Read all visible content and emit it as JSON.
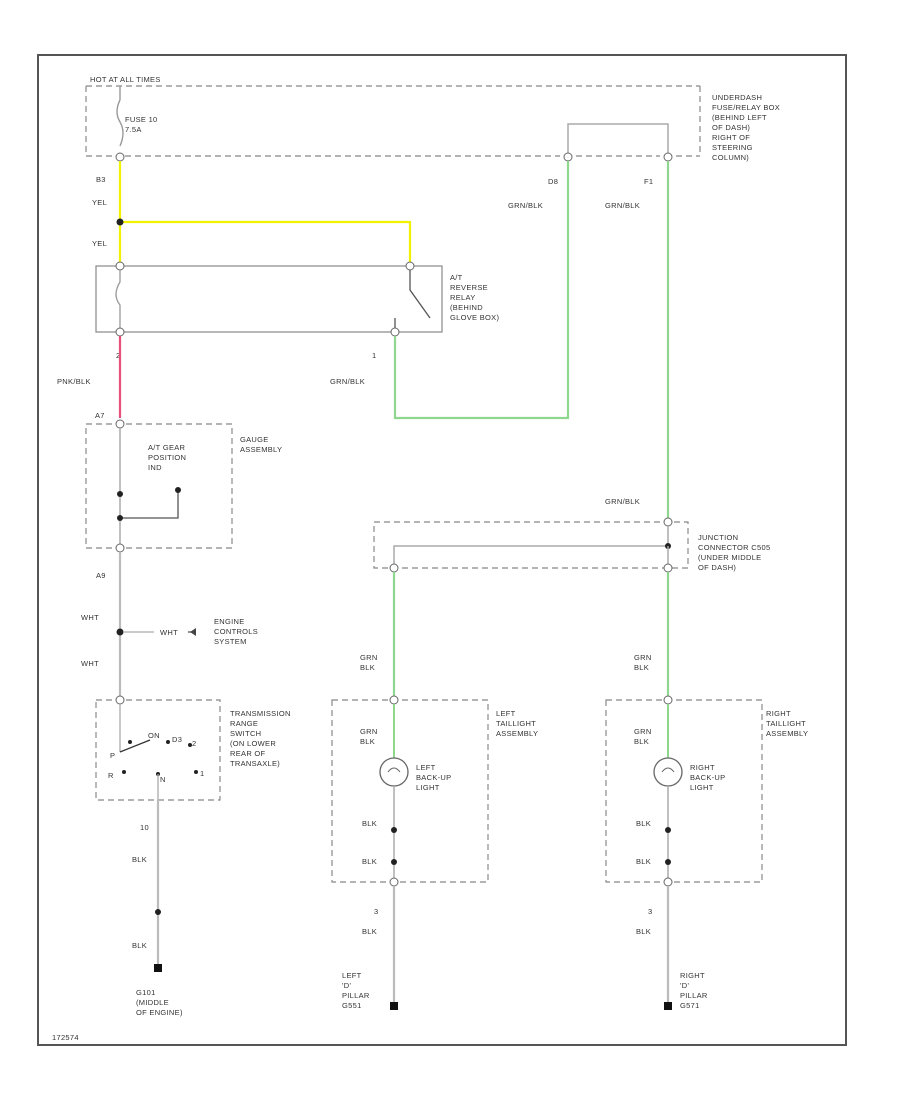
{
  "colors": {
    "yellow": "#f2f200",
    "pink": "#e8507a",
    "green": "#8fd68f",
    "green_dark": "#6dc26d",
    "gray": "#bbbbbb",
    "black": "#333333"
  },
  "labels": {
    "hot_at_all_times": "HOT AT ALL TIMES",
    "fuse": "FUSE 10\n7.5A",
    "underdash_box": "UNDERDASH\nFUSE/RELAY BOX\n(BEHIND LEFT\nOF DASH)\nRIGHT OF\nSTEERING\nCOLUMN)",
    "c_b3": "B3",
    "yel_1": "YEL",
    "yel_2": "YEL",
    "d8": "D8",
    "f1": "F1",
    "grn_blk_1": "GRN/BLK",
    "grn_blk_2": "GRN/BLK",
    "grn_blk_3": "GRN/BLK",
    "grn_blk_4": "GRN/BLK",
    "relay": "A/T\nREVERSE\nRELAY\n(BEHIND\nGLOVE BOX)",
    "relay_pin_1": "1",
    "relay_pin_2": "2",
    "pnk_blk": "PNK/BLK",
    "a7": "A7",
    "gauge_assembly": "GAUGE\nASSEMBLY",
    "gear_indicator": "A/T GEAR\nPOSITION\nIND",
    "a9": "A9",
    "wht_1": "WHT",
    "wht_2": "WHT",
    "wht_3": "WHT",
    "engine_controls": "ENGINE\nCONTROLS\nSYSTEM",
    "range_switch": "TRANSMISSION\nRANGE\nSWITCH\n(ON LOWER\nREAR OF\nTRANSAXLE)",
    "sw_p": "P",
    "sw_on": "ON",
    "sw_r": "R",
    "sw_d3": "D3",
    "sw_n": "N",
    "sw_2": "2",
    "sw_1": "1",
    "pin_10": "10",
    "blk_1": "BLK",
    "blk_2": "BLK",
    "ground_g101": "G101\n(MIDDLE\nOF ENGINE)",
    "junction_connector": "JUNCTION\nCONNECTOR C505\n(UNDER MIDDLE\nOF DASH)",
    "grn_left_a": "GRN\nBLK",
    "grn_left_b": "GRN\nBLK",
    "grn_right_a": "GRN\nBLK",
    "grn_right_b": "GRN\nBLK",
    "left_taillight": "LEFT\nTAILLIGHT\nASSEMBLY",
    "right_taillight": "RIGHT\nTAILLIGHT\nASSEMBLY",
    "left_backup": "LEFT\nBACK-UP\nLIGHT",
    "right_backup": "RIGHT\nBACK-UP\nLIGHT",
    "blk_l1": "BLK",
    "blk_l2": "BLK",
    "blk_l3": "BLK",
    "blk_r1": "BLK",
    "blk_r2": "BLK",
    "blk_r3": "BLK",
    "pin_l": "3",
    "pin_r": "3",
    "left_pillar_ground": "LEFT\n'D'\nPILLAR\nG551",
    "right_pillar_ground": "RIGHT\n'D'\nPILLAR\nG571",
    "diagram_id": "172574"
  }
}
